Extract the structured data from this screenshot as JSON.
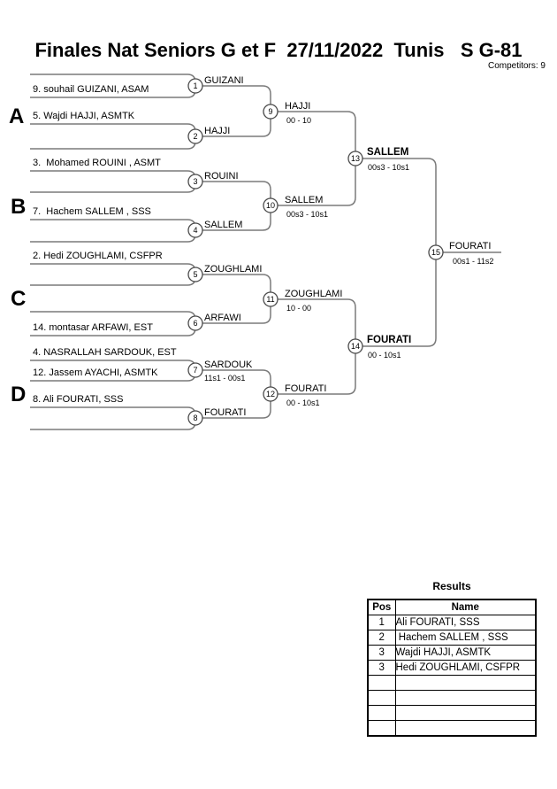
{
  "header": {
    "title": "Finales Nat Seniors G et F  27/11/2022  Tunis   S G-81",
    "competitors": "Competitors: 9"
  },
  "bracket": {
    "sections": [
      {
        "letter": "A"
      },
      {
        "letter": "B"
      },
      {
        "letter": "C"
      },
      {
        "letter": "D"
      }
    ],
    "entries": [
      {
        "name": "9. souhail GUIZANI, ASAM"
      },
      {
        "name": "5. Wajdi HAJJI, ASMTK"
      },
      {
        "name": "3.  Mohamed ROUINI , ASMT"
      },
      {
        "name": "7.  Hachem SALLEM , SSS"
      },
      {
        "name": "2. Hedi ZOUGHLAMI, CSFPR"
      },
      {
        "name": "14. montasar ARFAWI, EST"
      },
      {
        "name": "4. NASRALLAH SARDOUK, EST"
      },
      {
        "name": "12. Jassem AYACHI, ASMTK"
      },
      {
        "name": "8. Ali FOURATI, SSS"
      }
    ],
    "matches": [
      {
        "num": "1",
        "winner": "GUIZANI",
        "score": ""
      },
      {
        "num": "2",
        "winner": "HAJJI",
        "score": ""
      },
      {
        "num": "3",
        "winner": "ROUINI",
        "score": ""
      },
      {
        "num": "4",
        "winner": "SALLEM",
        "score": ""
      },
      {
        "num": "5",
        "winner": "ZOUGHLAMI",
        "score": ""
      },
      {
        "num": "6",
        "winner": "ARFAWI",
        "score": ""
      },
      {
        "num": "7",
        "winner": "SARDOUK",
        "score": "11s1 - 00s1"
      },
      {
        "num": "8",
        "winner": "FOURATI",
        "score": ""
      },
      {
        "num": "9",
        "winner": "HAJJI",
        "score": "00 - 10"
      },
      {
        "num": "10",
        "winner": "SALLEM",
        "score": "00s3 - 10s1"
      },
      {
        "num": "11",
        "winner": "ZOUGHLAMI",
        "score": "10 - 00"
      },
      {
        "num": "12",
        "winner": "FOURATI",
        "score": "00 - 10s1"
      },
      {
        "num": "13",
        "winner": "SALLEM",
        "score": "00s3 - 10s1"
      },
      {
        "num": "14",
        "winner": "FOURATI",
        "score": "00 - 10s1"
      },
      {
        "num": "15",
        "winner": "FOURATI",
        "score": "00s1 - 11s2"
      }
    ]
  },
  "results": {
    "title": "Results",
    "columns": [
      "Pos",
      "Name"
    ],
    "rows": [
      {
        "pos": "1",
        "name": "Ali FOURATI, SSS"
      },
      {
        "pos": "2",
        "name": " Hachem SALLEM , SSS"
      },
      {
        "pos": "3",
        "name": "Wajdi HAJJI, ASMTK"
      },
      {
        "pos": "3",
        "name": "Hedi ZOUGHLAMI, CSFPR"
      },
      {
        "pos": "",
        "name": ""
      },
      {
        "pos": "",
        "name": ""
      },
      {
        "pos": "",
        "name": ""
      },
      {
        "pos": "",
        "name": ""
      }
    ]
  },
  "colors": {
    "line": "#7a7a7a",
    "circle_stroke": "#4a4a4a",
    "text": "#000000"
  }
}
